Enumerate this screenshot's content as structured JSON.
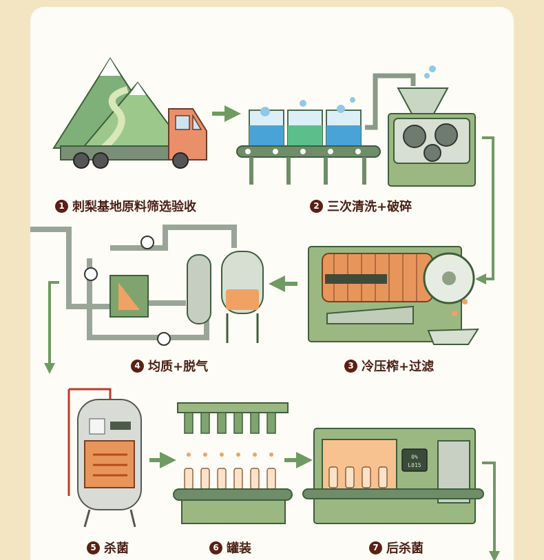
{
  "steps": [
    {
      "num": "1",
      "label": "刺梨基地原料筛选验收"
    },
    {
      "num": "2",
      "label": "三次清洗+破碎"
    },
    {
      "num": "3",
      "label": "冷压榨+过滤"
    },
    {
      "num": "4",
      "label": "均质+脱气"
    },
    {
      "num": "5",
      "label": "杀菌"
    },
    {
      "num": "6",
      "label": "罐装"
    },
    {
      "num": "7",
      "label": "后杀菌"
    }
  ],
  "panel_readout": {
    "line1": "0%",
    "line2": "L015"
  },
  "colors": {
    "background": "#f3e4c2",
    "card": "#fefcf6",
    "label_text": "#4a1f14",
    "machine_green": "#9bb882",
    "machine_dark": "#5f7a52",
    "arrow": "#6f9a62",
    "juice_orange": "#f0a264",
    "water_blue": "#4aa3d6"
  }
}
